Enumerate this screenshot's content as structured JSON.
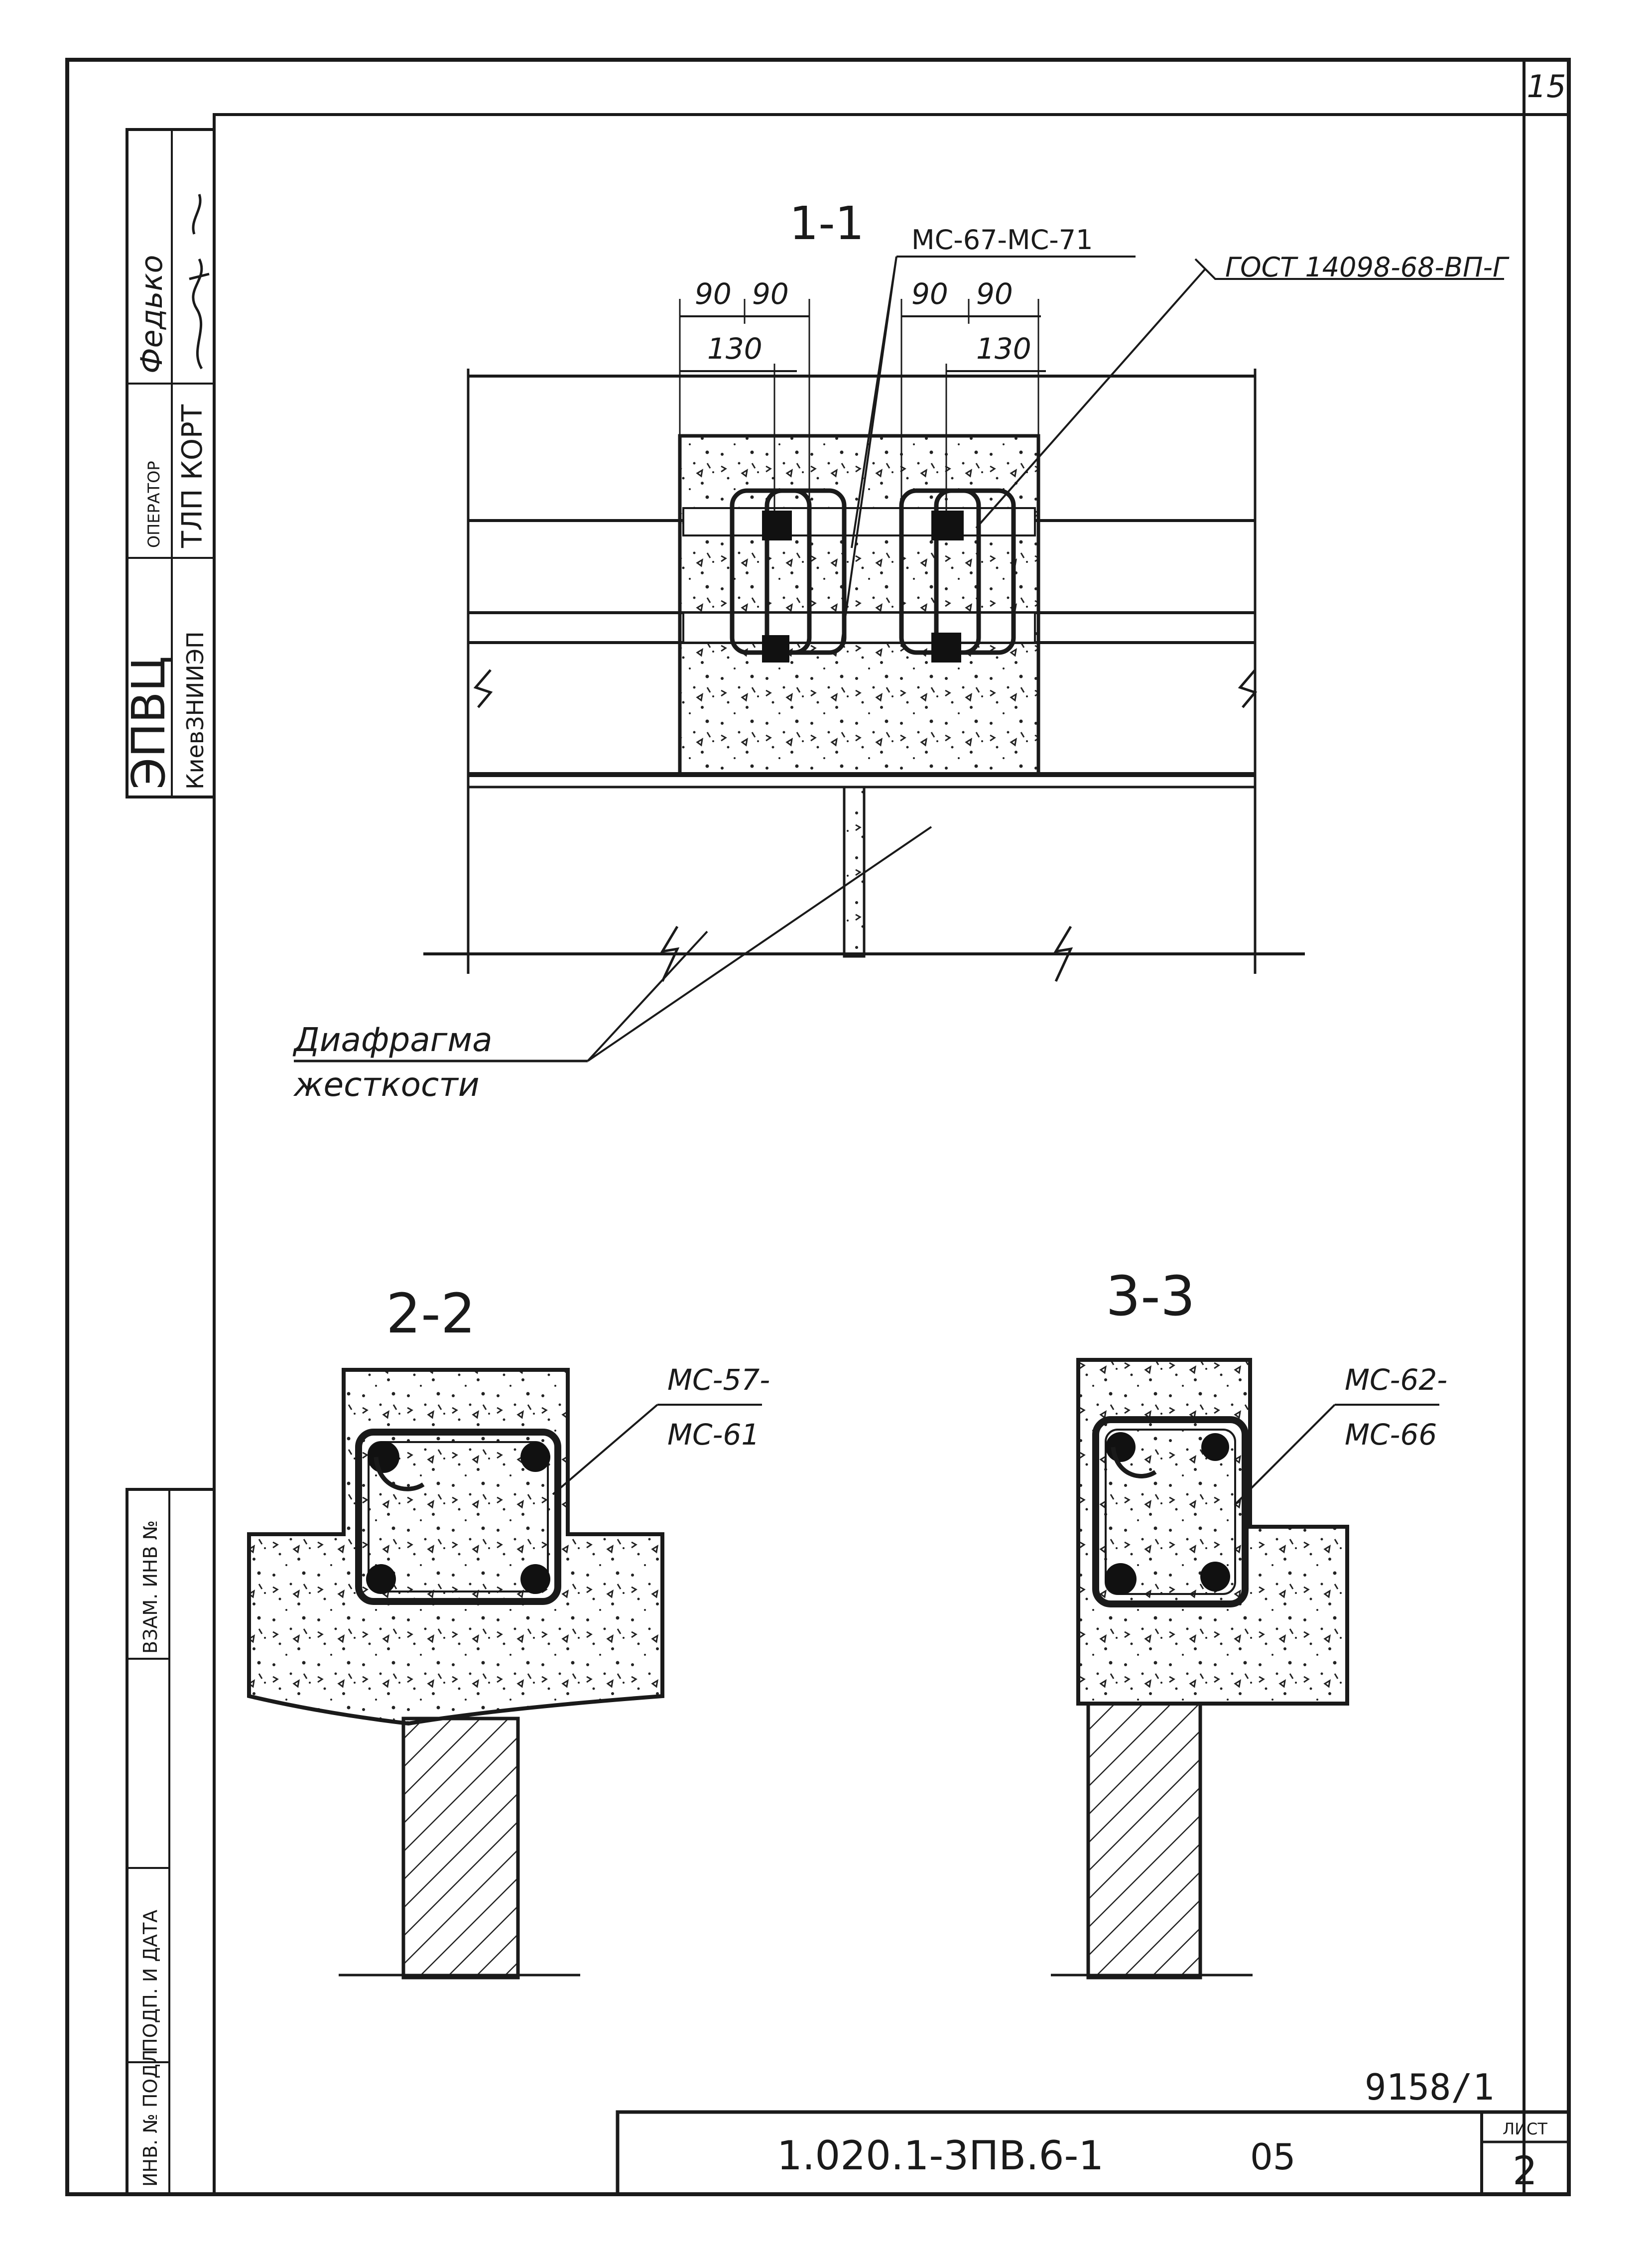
{
  "sheet": {
    "page_number": "15",
    "archive_number": "9158/1",
    "document_code": "1.020.1-3ПВ.6-1",
    "document_suffix": "05",
    "sheet_label": "ЛИСТ",
    "sheet_number": "2"
  },
  "stamp": {
    "org_main": "ЭПВЦ",
    "org_sub": "КиевЗНИИЭП",
    "operator_title": "ОПЕРАТОР",
    "operator_name": "ТЛП КОРТ",
    "surname": "Федько"
  },
  "side_columns": {
    "inv_podl": "ИНВ. № ПОДЛ",
    "podp_data": "ПОДП. И ДАТА",
    "vzam_inv": "ВЗАМ. ИНВ №"
  },
  "section_1": {
    "title": "1-1",
    "dim_left_a": "90",
    "dim_left_b": "90",
    "dim_left_c": "130",
    "dim_right_a": "90",
    "dim_right_b": "90",
    "dim_right_c": "130",
    "callout_mesh": "МС-67-МС-71",
    "callout_gost": "ГОСТ 14098-68-ВП-Г",
    "callout_diaphragm_1": "Диафрагма",
    "callout_diaphragm_2": "жесткости"
  },
  "section_2": {
    "title": "2-2",
    "callout_1": "МС-57-",
    "callout_2": "МС-61"
  },
  "section_3": {
    "title": "3-3",
    "callout_1": "МС-62-",
    "callout_2": "МС-66"
  }
}
